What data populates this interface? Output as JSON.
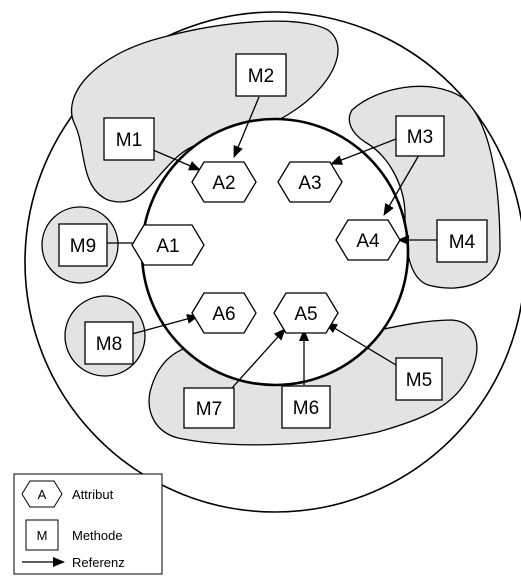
{
  "attributes": [
    {
      "id": "A1",
      "label": "A1"
    },
    {
      "id": "A2",
      "label": "A2"
    },
    {
      "id": "A3",
      "label": "A3"
    },
    {
      "id": "A4",
      "label": "A4"
    },
    {
      "id": "A5",
      "label": "A5"
    },
    {
      "id": "A6",
      "label": "A6"
    }
  ],
  "methods": [
    {
      "id": "M1",
      "label": "M1"
    },
    {
      "id": "M2",
      "label": "M2"
    },
    {
      "id": "M3",
      "label": "M3"
    },
    {
      "id": "M4",
      "label": "M4"
    },
    {
      "id": "M5",
      "label": "M5"
    },
    {
      "id": "M6",
      "label": "M6"
    },
    {
      "id": "M7",
      "label": "M7"
    },
    {
      "id": "M8",
      "label": "M8"
    },
    {
      "id": "M9",
      "label": "M9"
    }
  ],
  "references": [
    {
      "from": "M1",
      "to": "A2"
    },
    {
      "from": "M2",
      "to": "A2"
    },
    {
      "from": "M3",
      "to": "A3"
    },
    {
      "from": "M3",
      "to": "A4"
    },
    {
      "from": "M4",
      "to": "A4"
    },
    {
      "from": "M5",
      "to": "A5"
    },
    {
      "from": "M6",
      "to": "A5"
    },
    {
      "from": "M7",
      "to": "A5"
    },
    {
      "from": "M8",
      "to": "A6"
    },
    {
      "from": "M9",
      "to": "A1"
    }
  ],
  "legend": {
    "attribute_symbol": "A",
    "attribute_label": "Attribut",
    "method_symbol": "M",
    "method_label": "Methode",
    "reference_label": "Referenz"
  },
  "colors": {
    "region_fill": "#e3e3e3",
    "stroke": "#000000",
    "background": "#ffffff"
  }
}
